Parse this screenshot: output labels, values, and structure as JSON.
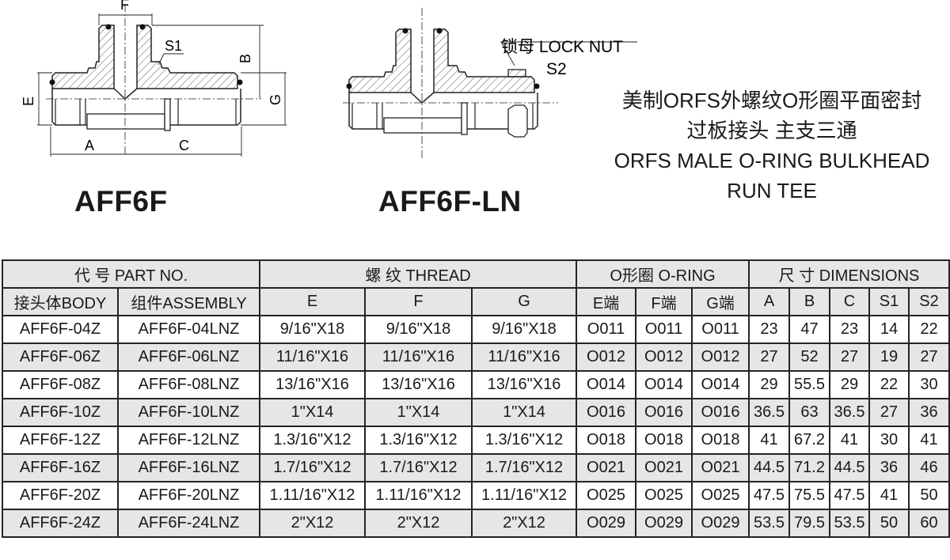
{
  "drawing1": {
    "model": "AFF6F",
    "labels": {
      "F": "F",
      "S1": "S1",
      "B": "B",
      "E": "E",
      "G": "G",
      "A": "A",
      "C": "C"
    }
  },
  "drawing2": {
    "model": "AFF6F-LN",
    "lock_nut_label": "锁母 LOCK NUT",
    "S2": "S2"
  },
  "title": {
    "zh_line1": "美制ORFS外螺纹O形圈平面密封",
    "zh_line2": "过板接头 主支三通",
    "en_line1": "ORFS MALE O-RING BULKHEAD",
    "en_line2": "RUN TEE"
  },
  "table": {
    "group_headers": {
      "part_no": "代 号 PART NO.",
      "thread": "螺 纹 THREAD",
      "oring": "O形圈 O-RING",
      "dimensions": "尺 寸 DIMENSIONS"
    },
    "columns": [
      "接头体BODY",
      "组件ASSEMBLY",
      "E",
      "F",
      "G",
      "E端",
      "F端",
      "G端",
      "A",
      "B",
      "C",
      "S1",
      "S2"
    ],
    "rows": [
      [
        "AFF6F-04Z",
        "AFF6F-04LNZ",
        "9/16\"X18",
        "9/16\"X18",
        "9/16\"X18",
        "O011",
        "O011",
        "O011",
        "23",
        "47",
        "23",
        "14",
        "22"
      ],
      [
        "AFF6F-06Z",
        "AFF6F-06LNZ",
        "11/16\"X16",
        "11/16\"X16",
        "11/16\"X16",
        "O012",
        "O012",
        "O012",
        "27",
        "52",
        "27",
        "19",
        "27"
      ],
      [
        "AFF6F-08Z",
        "AFF6F-08LNZ",
        "13/16\"X16",
        "13/16\"X16",
        "13/16\"X16",
        "O014",
        "O014",
        "O014",
        "29",
        "55.5",
        "29",
        "22",
        "30"
      ],
      [
        "AFF6F-10Z",
        "AFF6F-10LNZ",
        "1\"X14",
        "1\"X14",
        "1\"X14",
        "O016",
        "O016",
        "O016",
        "36.5",
        "63",
        "36.5",
        "27",
        "36"
      ],
      [
        "AFF6F-12Z",
        "AFF6F-12LNZ",
        "1.3/16\"X12",
        "1.3/16\"X12",
        "1.3/16\"X12",
        "O018",
        "O018",
        "O018",
        "41",
        "67.2",
        "41",
        "30",
        "41"
      ],
      [
        "AFF6F-16Z",
        "AFF6F-16LNZ",
        "1.7/16\"X12",
        "1.7/16\"X12",
        "1.7/16\"X12",
        "O021",
        "O021",
        "O021",
        "44.5",
        "71.2",
        "44.5",
        "36",
        "46"
      ],
      [
        "AFF6F-20Z",
        "AFF6F-20LNZ",
        "1.11/16\"X12",
        "1.11/16\"X12",
        "1.11/16\"X12",
        "O025",
        "O025",
        "O025",
        "47.5",
        "75.5",
        "47.5",
        "41",
        "50"
      ],
      [
        "AFF6F-24Z",
        "AFF6F-24LNZ",
        "2\"X12",
        "2\"X12",
        "2\"X12",
        "O029",
        "O029",
        "O029",
        "53.5",
        "79.5",
        "53.5",
        "50",
        "60"
      ]
    ]
  }
}
